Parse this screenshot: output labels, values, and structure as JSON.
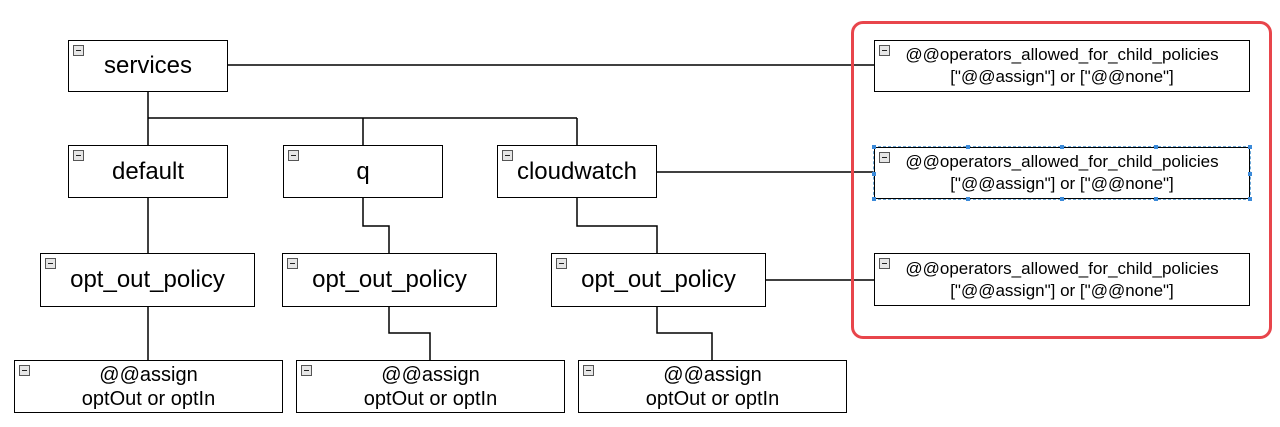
{
  "highlight_color": "#e8454b",
  "tree": {
    "root": {
      "label": "services"
    },
    "children": [
      {
        "label": "default",
        "policy": {
          "label": "opt_out_policy",
          "assign": {
            "line1": "@@assign",
            "line2": "optOut or optIn"
          }
        }
      },
      {
        "label": "q",
        "policy": {
          "label": "opt_out_policy",
          "assign": {
            "line1": "@@assign",
            "line2": "optOut or optIn"
          }
        }
      },
      {
        "label": "cloudwatch",
        "policy": {
          "label": "opt_out_policy",
          "assign": {
            "line1": "@@assign",
            "line2": "optOut or optIn"
          }
        }
      }
    ]
  },
  "operators": [
    {
      "line1": "@@operators_allowed_for_child_policies",
      "line2": "[\"@@assign\"] or [\"@@none\"]"
    },
    {
      "line1": "@@operators_allowed_for_child_policies",
      "line2": "[\"@@assign\"] or [\"@@none\"]"
    },
    {
      "line1": "@@operators_allowed_for_child_policies",
      "line2": "[\"@@assign\"] or [\"@@none\"]"
    }
  ]
}
